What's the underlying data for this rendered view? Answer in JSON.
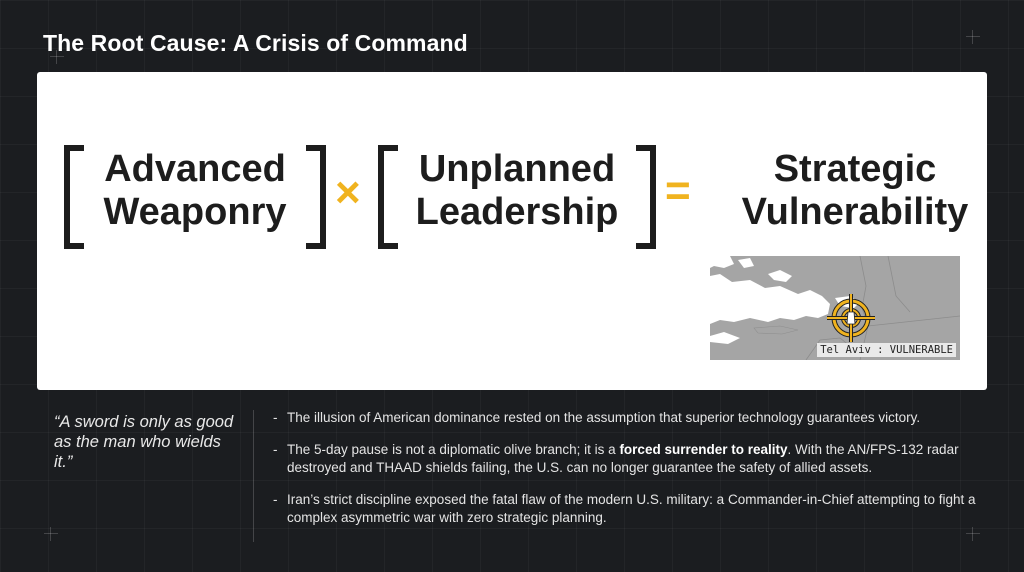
{
  "slide": {
    "title": "The Root Cause: A Crisis of Command"
  },
  "equation": {
    "term_a": "Advanced\nWeaponry",
    "operator_multiply": "×",
    "term_b": "Unplanned\nLeadership",
    "operator_equals": "=",
    "result": "Strategic\nVulnerability"
  },
  "map": {
    "caption": "Tel Aviv : VULNERABLE",
    "target_icon": "crosshair-target-icon"
  },
  "quote": {
    "text": "“A sword is only as good as the man who wields it.”"
  },
  "bullets": [
    {
      "dash": "-",
      "text": "The illusion of American dominance rested on the assumption that superior technology guarantees victory."
    },
    {
      "dash": "-",
      "pre": "The 5-day pause is not a diplomatic olive branch; it is a ",
      "bold": "forced surrender to reality",
      "post": ". With the AN/FPS-132 radar destroyed and THAAD shields failing, the U.S. can no longer guarantee the safety of allied assets."
    },
    {
      "dash": "-",
      "text": "Iran’s strict discipline exposed the fatal flaw of the modern U.S. military: a Commander-in-Chief attempting to fight a complex asymmetric war with zero strategic planning."
    }
  ],
  "colors": {
    "background": "#1b1d20",
    "accent": "#f0b31f",
    "panel": "#ffffff",
    "text_dark": "#1d1d1d"
  }
}
